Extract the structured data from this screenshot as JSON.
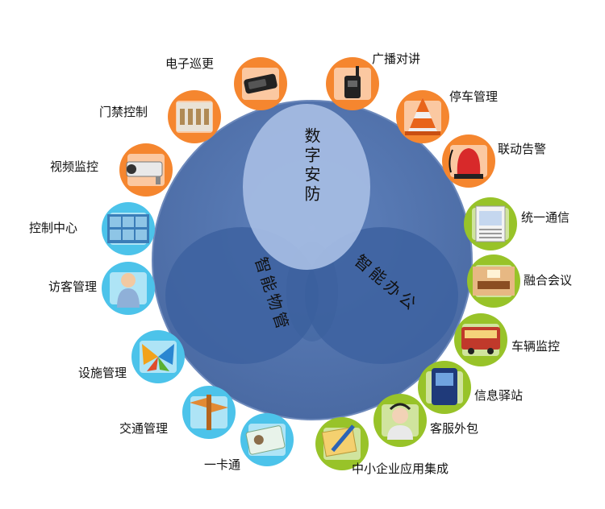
{
  "center": {
    "top": "数字安防",
    "left": "智能物管",
    "right": "智能办公"
  },
  "colors": {
    "orange": "#f5862f",
    "green": "#98c329",
    "cyan": "#4cc3ea",
    "big_circle": "#4f72ac",
    "inner_top": "#a8bde3",
    "inner_lower": "#3a5f9c"
  },
  "nodes": [
    {
      "key": "patrol",
      "label": "电子巡更",
      "color": "orange",
      "icon": "patrol-device-icon"
    },
    {
      "key": "radio",
      "label": "广播对讲",
      "color": "orange",
      "icon": "walkie-talkie-icon"
    },
    {
      "key": "access",
      "label": "门禁控制",
      "color": "orange",
      "icon": "access-controller-icon"
    },
    {
      "key": "parking",
      "label": "停车管理",
      "color": "orange",
      "icon": "traffic-cone-icon"
    },
    {
      "key": "video",
      "label": "视频监控",
      "color": "orange",
      "icon": "cctv-camera-icon"
    },
    {
      "key": "alarm",
      "label": "联动告警",
      "color": "orange",
      "icon": "alarm-siren-icon"
    },
    {
      "key": "control",
      "label": "控制中心",
      "color": "cyan",
      "icon": "control-center-icon"
    },
    {
      "key": "uc",
      "label": "统一通信",
      "color": "green",
      "icon": "communication-icon"
    },
    {
      "key": "visitor",
      "label": "访客管理",
      "color": "cyan",
      "icon": "visitor-icon"
    },
    {
      "key": "meeting",
      "label": "融合会议",
      "color": "green",
      "icon": "meeting-room-icon"
    },
    {
      "key": "facility",
      "label": "设施管理",
      "color": "cyan",
      "icon": "butterfly-logo-icon"
    },
    {
      "key": "vehicle",
      "label": "车辆监控",
      "color": "green",
      "icon": "bus-icon"
    },
    {
      "key": "traffic",
      "label": "交通管理",
      "color": "cyan",
      "icon": "signpost-icon"
    },
    {
      "key": "kiosk",
      "label": "信息驿站",
      "color": "green",
      "icon": "info-kiosk-icon"
    },
    {
      "key": "card",
      "label": "一卡通",
      "color": "cyan",
      "icon": "id-card-icon"
    },
    {
      "key": "cs",
      "label": "客服外包",
      "color": "green",
      "icon": "customer-service-icon"
    },
    {
      "key": "sme",
      "label": "中小企业应用集成",
      "color": "green",
      "icon": "notebook-pen-icon"
    }
  ]
}
